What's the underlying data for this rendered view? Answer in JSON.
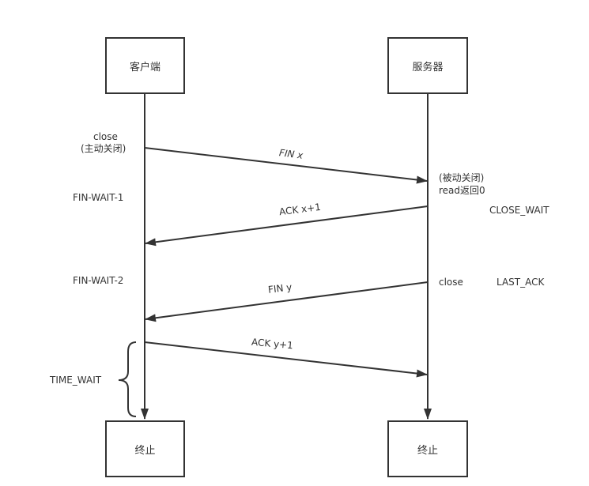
{
  "actors": {
    "client": "客户端",
    "server": "服务器",
    "client_end": "终止",
    "server_end": "终止"
  },
  "messages": [
    {
      "label": "FIN x",
      "from": "client",
      "to": "server"
    },
    {
      "label": "ACK  x+1",
      "from": "server",
      "to": "client"
    },
    {
      "label": "FIN y",
      "from": "server",
      "to": "client"
    },
    {
      "label": "ACK y+1",
      "from": "client",
      "to": "server"
    }
  ],
  "client_notes": {
    "close": "close",
    "active_close": "(主动关闭)",
    "fin_wait_1": "FIN-WAIT-1",
    "fin_wait_2": "FIN-WAIT-2",
    "time_wait": "TIME_WAIT"
  },
  "server_notes": {
    "passive_close": "(被动关闭)",
    "read_return": "read返回0",
    "close_wait": "CLOSE_WAIT",
    "close": "close",
    "last_ack": "LAST_ACK"
  },
  "colors": {
    "line": "#333333",
    "background": "#ffffff"
  }
}
